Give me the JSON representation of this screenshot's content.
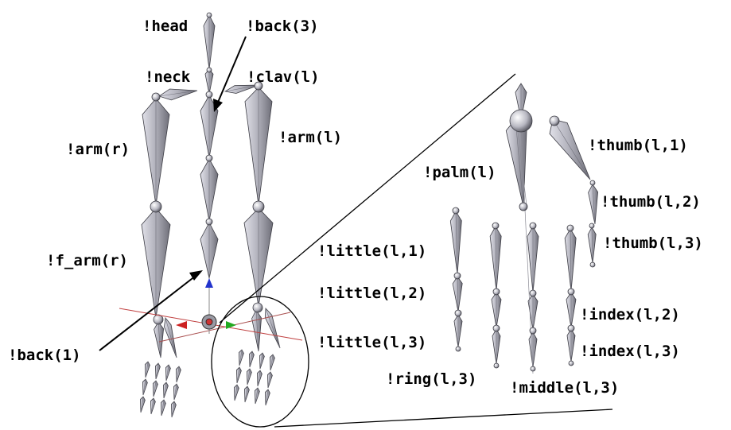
{
  "labels": {
    "head": "!head",
    "back3": "!back(3)",
    "neck": "!neck",
    "clav_l": "!clav(l)",
    "arm_r": "!arm(r)",
    "arm_l": "!arm(l)",
    "f_arm_r": "!f_arm(r)",
    "back1": "!back(1)",
    "thumb_l1": "!thumb(l,1)",
    "palm_l": "!palm(l)",
    "thumb_l2": "!thumb(l,2)",
    "thumb_l3": "!thumb(l,3)",
    "little_l1": "!little(l,1)",
    "little_l2": "!little(l,2)",
    "little_l3": "!little(l,3)",
    "index_l2": "!index(l,2)",
    "index_l3": "!index(l,3)",
    "ring_l3": "!ring(l,3)",
    "middle_l3": "!middle(l,3)"
  },
  "colors": {
    "bone_light": "#d4d4dc",
    "bone_mid": "#a9a9b4",
    "bone_dark": "#6f6f7a",
    "outline": "#3c3c44",
    "axis_x": "#cc2020",
    "axis_y": "#22aa22",
    "axis_z": "#2233cc"
  }
}
